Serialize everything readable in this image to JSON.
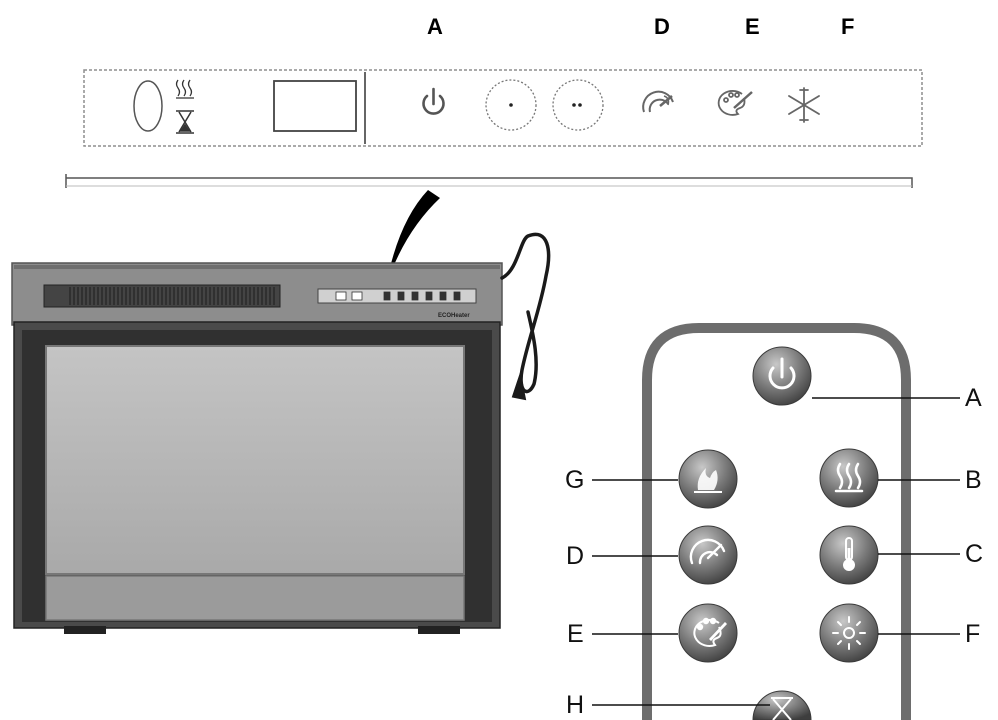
{
  "panel_callouts": {
    "a": "A",
    "d": "D",
    "e": "E",
    "f": "F"
  },
  "remote_callouts": {
    "a": "A",
    "b": "B",
    "c": "C",
    "d": "D",
    "e": "E",
    "f": "F",
    "g": "G",
    "h": "H"
  },
  "device": {
    "brand": "ECOHeater"
  },
  "icons": {
    "power": "power-icon",
    "dot_one": "single-dot-icon",
    "dot_two": "double-dot-icon",
    "flame_speed": "flame-speed-icon",
    "color_palette": "color-palette-icon",
    "brightness": "brightness-icon",
    "heat": "heat-icon",
    "thermometer": "thermometer-icon",
    "flame": "flame-icon",
    "timer": "hourglass-icon"
  },
  "colors": {
    "button_dark": "#5a5a5a",
    "button_light": "#bdbdbd",
    "frame_gray": "#8a8a8a",
    "screen_gray": "#b3b3b3"
  }
}
